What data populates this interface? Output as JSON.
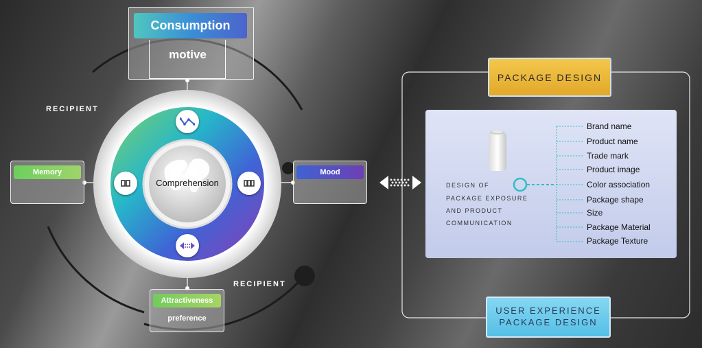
{
  "recipient_top": "RECIPIENT",
  "recipient_bottom": "RECIPIENT",
  "center": "Comprehension",
  "consumption": {
    "title": "Consumption",
    "sub": "motive"
  },
  "memory": {
    "title": "Memory"
  },
  "mood": {
    "title": "Mood"
  },
  "attractiveness": {
    "title": "Attractiveness",
    "sub": "preference"
  },
  "package_design": "PACKAGE DESIGN",
  "ux_line1": "USER EXPERIENCE",
  "ux_line2": "PACKAGE DESIGN",
  "exposure": {
    "line1": "DESIGN OF",
    "line2": "PACKAGE  EXPOSURE",
    "line3": "AND PRODUCT",
    "line4": "COMMUNICATION"
  },
  "features": [
    "Brand name",
    "Product name",
    "Trade mark",
    "Product image",
    "Color association",
    "Package  shape",
    "Size",
    "Package Material",
    "Package Texture"
  ],
  "colors": {
    "package_design_box": "#e9b634",
    "ux_box": "#6fc9ea",
    "accent_blue": "#4f6fd6",
    "accent_green": "#7ed06a",
    "accent_purple": "#7b3fb0"
  }
}
